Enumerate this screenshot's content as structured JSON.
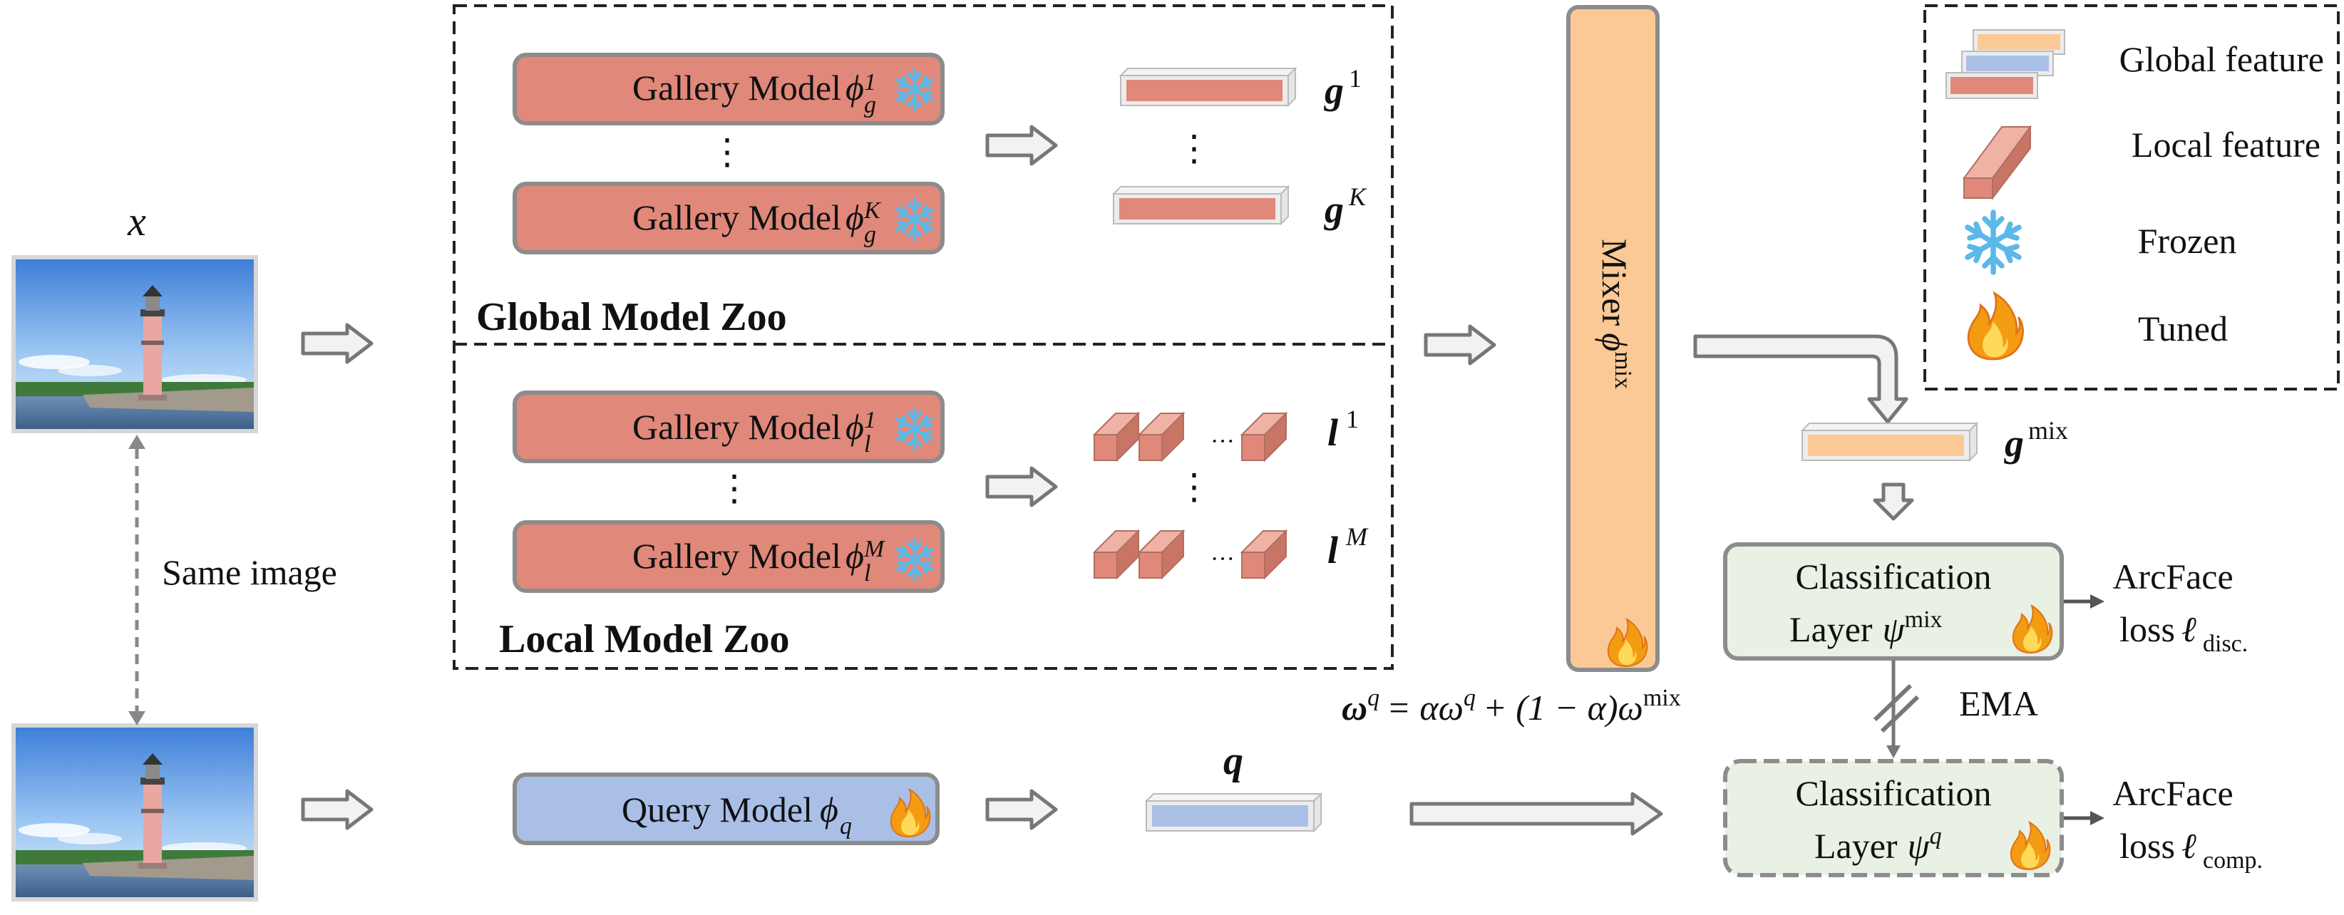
{
  "input": {
    "x_label": "x",
    "same_image_label": "Same image"
  },
  "global_zoo": {
    "title": "Global Model Zoo",
    "model_prefix": "Gallery Model",
    "first_model": {
      "sym": "ϕ",
      "sub": "g",
      "sup": "1"
    },
    "last_model": {
      "sym": "ϕ",
      "sub": "g",
      "sup": "K"
    },
    "dots": "⋮",
    "first_feature": {
      "sym": "g",
      "sup": "1"
    },
    "last_feature": {
      "sym": "g",
      "sup": "K"
    }
  },
  "local_zoo": {
    "title": "Local Model Zoo",
    "model_prefix": "Gallery Model",
    "first_model": {
      "sym": "ϕ",
      "sub": "l",
      "sup": "1"
    },
    "last_model": {
      "sym": "ϕ",
      "sub": "l",
      "sup": "M"
    },
    "dots": "⋮",
    "hdots": "···",
    "first_feature": {
      "sym": "l",
      "sup": "1"
    },
    "last_feature": {
      "sym": "l",
      "sup": "M"
    }
  },
  "mixer": {
    "label": "Mixer",
    "sym": "ϕ",
    "sup": "mix"
  },
  "mix_feature": {
    "sym": "g",
    "sup": "mix"
  },
  "query": {
    "label": "Query Model",
    "sym": "ϕ",
    "sub": "q",
    "feature_sym": "q"
  },
  "cls_mix": {
    "line1": "Classification",
    "line2": "Layer",
    "sym": "ψ",
    "sup": "mix"
  },
  "cls_q": {
    "line1": "Classification",
    "line2": "Layer",
    "sym": "ψ",
    "sup": "q"
  },
  "loss_disc": {
    "line1": "ArcFace",
    "line2": "loss",
    "sym": "ℓ",
    "sub": "disc."
  },
  "loss_comp": {
    "line1": "ArcFace",
    "line2": "loss",
    "sym": "ℓ",
    "sub": "comp."
  },
  "ema": {
    "label": "EMA",
    "eq_lhs": "ω",
    "eq_lhs_sup": "q",
    "eq_rhs": "= αω",
    "eq_rhs_sup": "q",
    "eq_rhs2": "+ (1 − α)ω",
    "eq_rhs2_sup": "mix"
  },
  "legend": {
    "global_feature": "Global feature",
    "local_feature": "Local feature",
    "frozen": "Frozen",
    "tuned": "Tuned"
  },
  "colors": {
    "gallery_fill": "#e0887a",
    "gallery_stroke": "#8c8c8c",
    "query_fill": "#a9bfe6",
    "mixer_fill": "#fbc996",
    "cls_fill": "#e8f1e4",
    "arrow_fill": "#f2f2f2",
    "arrow_stroke": "#777777",
    "snow": "#5bb8e8",
    "flame": "#f39c12"
  }
}
